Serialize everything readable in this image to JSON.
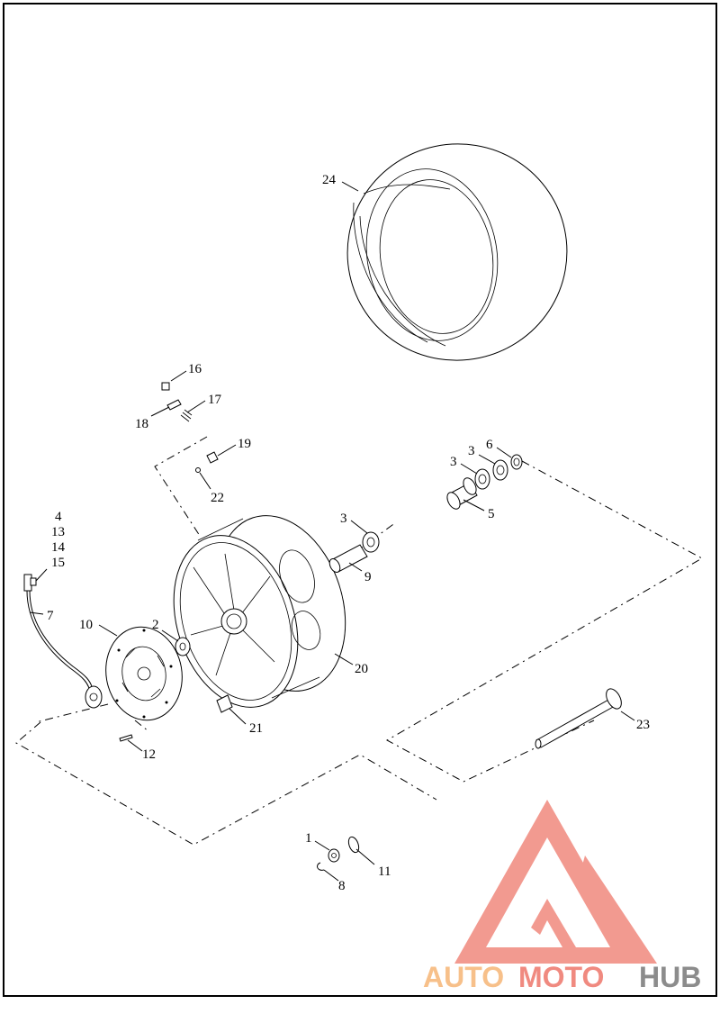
{
  "diagram": {
    "callouts": {
      "c1": "1",
      "c2": "2",
      "c3a": "3",
      "c3b": "3",
      "c3c": "3",
      "c4": "4",
      "c5": "5",
      "c6": "6",
      "c7": "7",
      "c8": "8",
      "c9": "9",
      "c10": "10",
      "c11": "11",
      "c12": "12",
      "c13": "13",
      "c14": "14",
      "c15": "15",
      "c16": "16",
      "c17": "17",
      "c18": "18",
      "c19": "19",
      "c20": "20",
      "c21": "21",
      "c22": "22",
      "c23": "23",
      "c24": "24"
    }
  },
  "watermark": {
    "word_1": "AUTO",
    "word_2": "MOTO",
    "word_3": "HUB",
    "colors": {
      "primary": "#f08a80",
      "secondary": "#f7c08a",
      "dark": "#8c8c8c"
    }
  }
}
